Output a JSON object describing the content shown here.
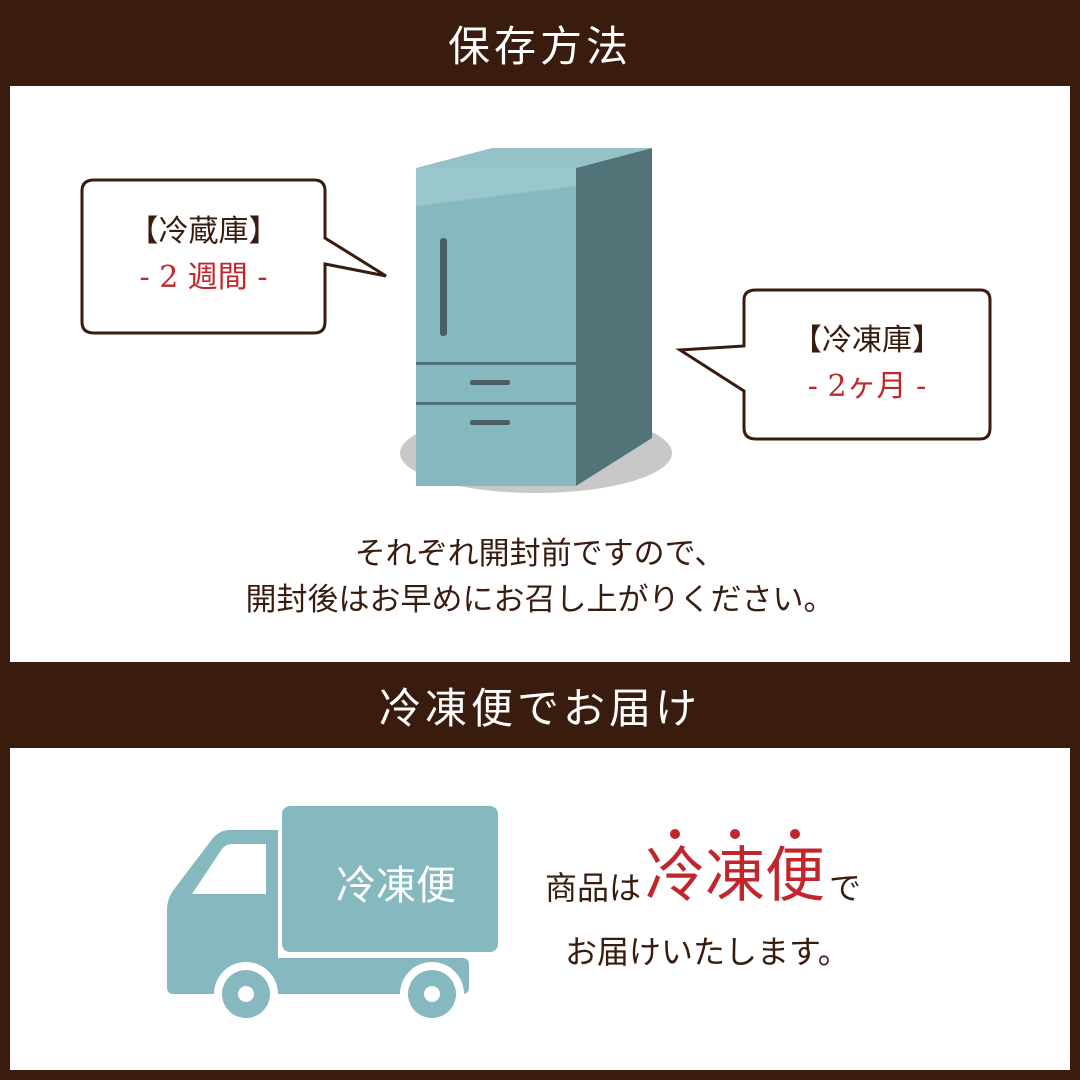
{
  "storage": {
    "title": "保存方法",
    "fridge_bubble": {
      "label": "【冷蔵庫】",
      "duration": "- 2 週間 -"
    },
    "freezer_bubble": {
      "label": "【冷凍庫】",
      "duration": "- 2ヶ月 -"
    },
    "note_lines": [
      "それぞれ開封前ですので、",
      "開封後はお早めにお召し上がりください。"
    ]
  },
  "delivery": {
    "title": "冷凍便でお届け",
    "truck_label": "冷凍便",
    "message": {
      "prefix": "商品は",
      "emphasis": "冷凍便",
      "suffix": "で",
      "line2": "お届けいたします。"
    }
  },
  "colors": {
    "brown": "#3a1c0f",
    "red": "#c0262b",
    "teal": "#86b8bf",
    "teal_dark": "#527478"
  },
  "icons": {
    "fridge": "refrigerator-icon",
    "truck": "delivery-truck-icon"
  }
}
